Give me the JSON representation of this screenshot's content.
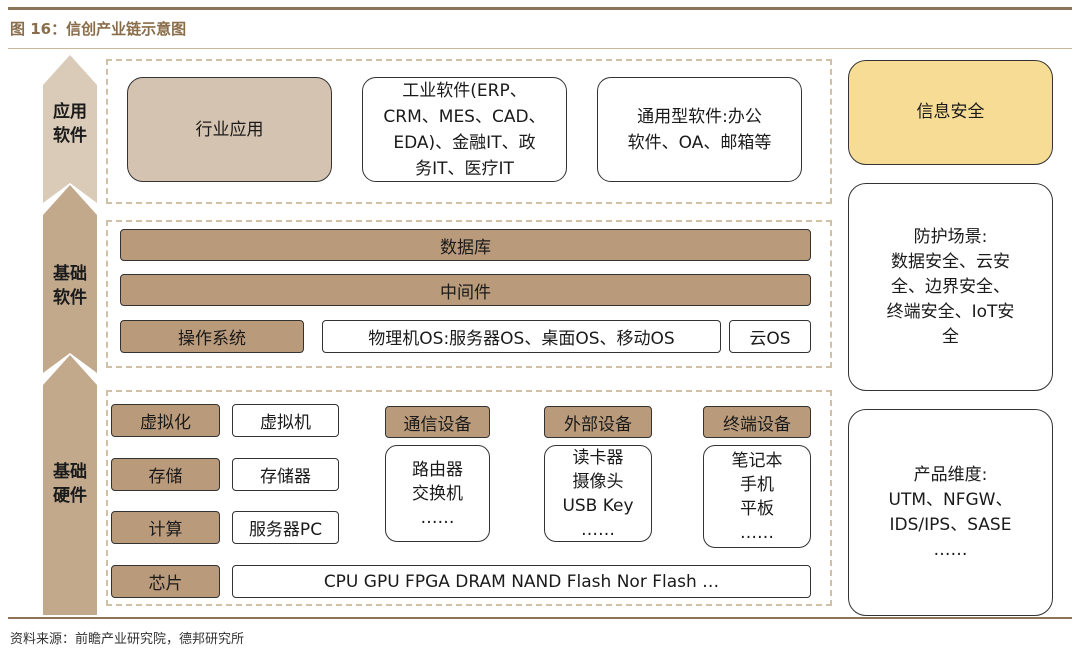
{
  "figure_title": "图 16：信创产业链示意图",
  "source": "资料来源：前瞻产业研究院，德邦研究所",
  "layers": {
    "application": "应用\n软件",
    "basic_software": "基础\n软件",
    "basic_hardware": "基础\n硬件"
  },
  "app": {
    "industry": "行业应用",
    "industrial_software": "工业软件(ERP、\nCRM、MES、CAD、\nEDA)、金融IT、政\n务IT、医疗IT",
    "general_software": "通用型软件:办公\n软件、OA、邮箱等"
  },
  "software": {
    "database": "数据库",
    "middleware": "中间件",
    "os": "操作系统",
    "os_types": "物理机OS:服务器OS、桌面OS、移动OS",
    "cloud_os": "云OS"
  },
  "hardware": {
    "virtualization": "虚拟化",
    "virtual_machine": "虚拟机",
    "storage": "存储",
    "storage_device": "存储器",
    "compute": "计算",
    "server_pc": "服务器PC",
    "chip": "芯片",
    "chip_types": "CPU GPU FPGA DRAM NAND Flash Nor Flash …",
    "comm_equipment": "通信设备",
    "comm_items": "路由器\n交换机\n……",
    "external_equipment": "外部设备",
    "external_items": "读卡器\n摄像头\nUSB Key\n……",
    "terminal_equipment": "终端设备",
    "terminal_items": "笔记本\n手机\n平板\n……"
  },
  "security": {
    "title": "信息安全",
    "scenarios": "防护场景:\n数据安全、云安\n全、边界安全、\n终端安全、IoT安\n全",
    "products": "产品维度:\nUTM、NFGW、\nIDS/IPS、SASE\n……"
  },
  "colors": {
    "brown_block": "#b99a7b",
    "light_brown": "#d4c3b0",
    "security_yellow": "#f6dc95",
    "arrow_brown": "#c2a98c",
    "arrow_light": "#d9cbb7"
  }
}
